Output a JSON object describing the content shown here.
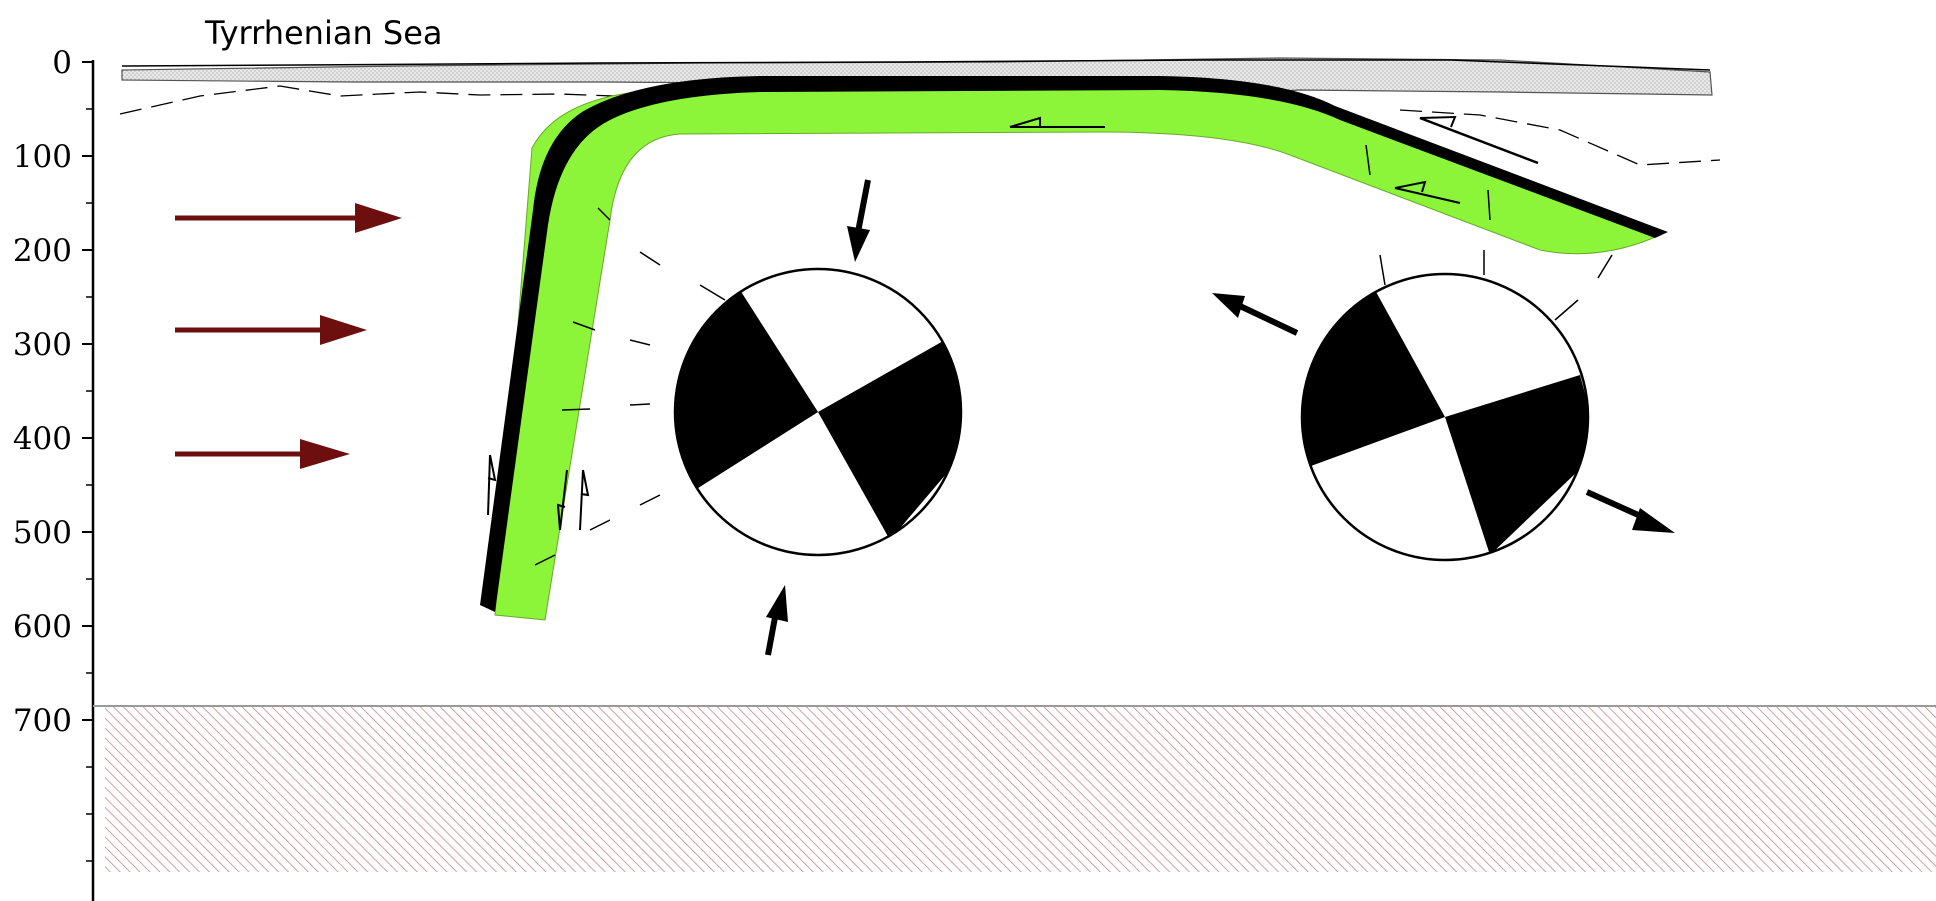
{
  "diagram": {
    "sea_label": "Tyrrhenian Sea",
    "depth_axis": {
      "tick_labels": [
        "0",
        "100",
        "200",
        "300",
        "400",
        "500",
        "600",
        "700"
      ],
      "label_depths": [
        0,
        100,
        200,
        300,
        400,
        500,
        600,
        700
      ],
      "minor_tick_depths": [
        50,
        150,
        250,
        350,
        450,
        550,
        650,
        750,
        800,
        850
      ]
    },
    "colors": {
      "slab_crust": "#000000",
      "slab_mantle": "#8cf53a",
      "mantle_flow_arrows": "#6e0f0f",
      "lower_layer_hatch": "#c98a8a",
      "surface_layer_fill": "#e2e2e2"
    },
    "legend_items": [],
    "icons": [
      "focal-mechanism-compressional",
      "focal-mechanism-extensional",
      "mantle-flow-arrow",
      "stress-arrow",
      "half-arrow-shear-sense"
    ]
  }
}
